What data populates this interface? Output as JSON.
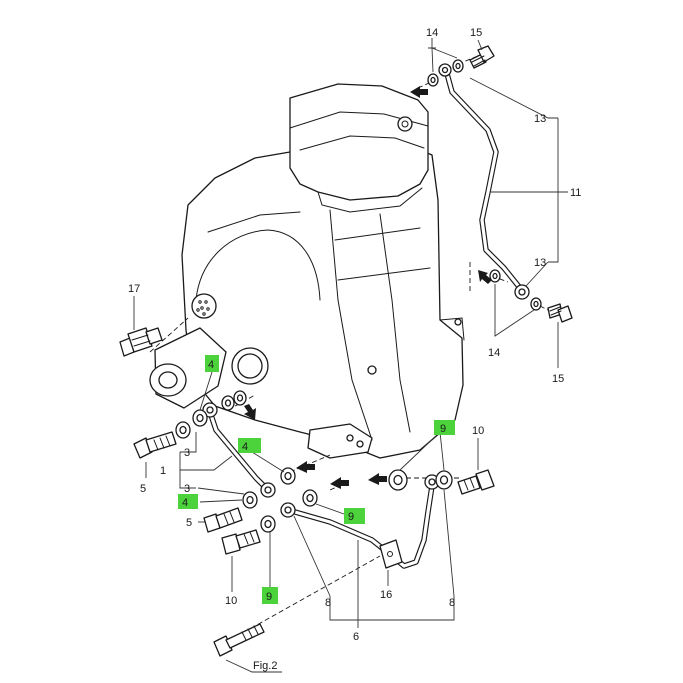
{
  "callouts": {
    "p14_top": "14",
    "p15_top": "15",
    "p13_top": "13",
    "p11": "11",
    "p13_mid": "13",
    "p14_mid": "14",
    "p15_mid": "15",
    "p17": "17",
    "p4_a": "4",
    "p4_b": "4",
    "p4_c": "4",
    "p3_a": "3",
    "p3_b": "3",
    "p1": "1",
    "p5_a": "5",
    "p5_b": "5",
    "p10_a": "10",
    "p10_b": "10",
    "p9_a": "9",
    "p9_b": "9",
    "p9_c": "9",
    "p8_a": "8",
    "p8_b": "8",
    "p6": "6",
    "p16": "16"
  },
  "figure_ref": "Fig.2",
  "highlight_color": "#4cd23a"
}
